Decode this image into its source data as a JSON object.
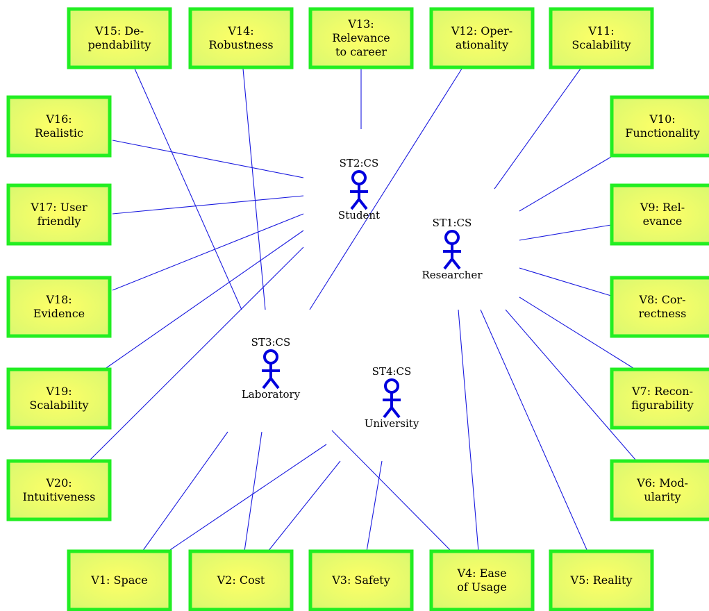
{
  "colors": {
    "box_border": "#22ee22",
    "box_fill_center": "#ffff66",
    "box_fill_edge": "#d8f870",
    "line": "#1a1adf",
    "actor": "#0000dd"
  },
  "values": [
    {
      "id": "V1",
      "lines": [
        "V1: Space"
      ]
    },
    {
      "id": "V2",
      "lines": [
        "V2: Cost"
      ]
    },
    {
      "id": "V3",
      "lines": [
        "V3: Safety"
      ]
    },
    {
      "id": "V4",
      "lines": [
        "V4: Ease",
        "of Usage"
      ]
    },
    {
      "id": "V5",
      "lines": [
        "V5: Reality"
      ]
    },
    {
      "id": "V6",
      "lines": [
        "V6: Mod-",
        "ularity"
      ]
    },
    {
      "id": "V7",
      "lines": [
        "V7: Recon-",
        "figurability"
      ]
    },
    {
      "id": "V8",
      "lines": [
        "V8: Cor-",
        "rectness"
      ]
    },
    {
      "id": "V9",
      "lines": [
        "V9: Rel-",
        "evance"
      ]
    },
    {
      "id": "V10",
      "lines": [
        "V10:",
        "Functionality"
      ]
    },
    {
      "id": "V11",
      "lines": [
        "V11:",
        "Scalability"
      ]
    },
    {
      "id": "V12",
      "lines": [
        "V12: Oper-",
        "ationality"
      ]
    },
    {
      "id": "V13",
      "lines": [
        "V13:",
        "Relevance",
        "to career"
      ]
    },
    {
      "id": "V14",
      "lines": [
        "V14:",
        "Robustness"
      ]
    },
    {
      "id": "V15",
      "lines": [
        "V15: De-",
        "pendability"
      ]
    },
    {
      "id": "V16",
      "lines": [
        "V16:",
        "Realistic"
      ]
    },
    {
      "id": "V17",
      "lines": [
        "V17: User",
        "friendly"
      ]
    },
    {
      "id": "V18",
      "lines": [
        "V18:",
        "Evidence"
      ]
    },
    {
      "id": "V19",
      "lines": [
        "V19:",
        "Scalability"
      ]
    },
    {
      "id": "V20",
      "lines": [
        "V20:",
        "Intuitiveness"
      ]
    }
  ],
  "stakeholders": [
    {
      "id": "ST1",
      "code": "ST1:CS",
      "label": "Researcher"
    },
    {
      "id": "ST2",
      "code": "ST2:CS",
      "label": "Student"
    },
    {
      "id": "ST3",
      "code": "ST3:CS",
      "label": "Laboratory"
    },
    {
      "id": "ST4",
      "code": "ST4:CS",
      "label": "University"
    }
  ],
  "connections": [
    {
      "from": "ST1",
      "to": "V4"
    },
    {
      "from": "ST1",
      "to": "V5"
    },
    {
      "from": "ST1",
      "to": "V6"
    },
    {
      "from": "ST1",
      "to": "V7"
    },
    {
      "from": "ST1",
      "to": "V8"
    },
    {
      "from": "ST1",
      "to": "V9"
    },
    {
      "from": "ST1",
      "to": "V10"
    },
    {
      "from": "ST1",
      "to": "V11"
    },
    {
      "from": "ST2",
      "to": "V13"
    },
    {
      "from": "ST2",
      "to": "V16"
    },
    {
      "from": "ST2",
      "to": "V17"
    },
    {
      "from": "ST2",
      "to": "V18"
    },
    {
      "from": "ST2",
      "to": "V19"
    },
    {
      "from": "ST2",
      "to": "V20"
    },
    {
      "from": "ST3",
      "to": "V1"
    },
    {
      "from": "ST3",
      "to": "V2"
    },
    {
      "from": "ST3",
      "to": "V12"
    },
    {
      "from": "ST3",
      "to": "V14"
    },
    {
      "from": "ST3",
      "to": "V15"
    },
    {
      "from": "ST4",
      "to": "V1"
    },
    {
      "from": "ST4",
      "to": "V2"
    },
    {
      "from": "ST4",
      "to": "V3"
    },
    {
      "from": "ST4",
      "to": "V4"
    }
  ]
}
